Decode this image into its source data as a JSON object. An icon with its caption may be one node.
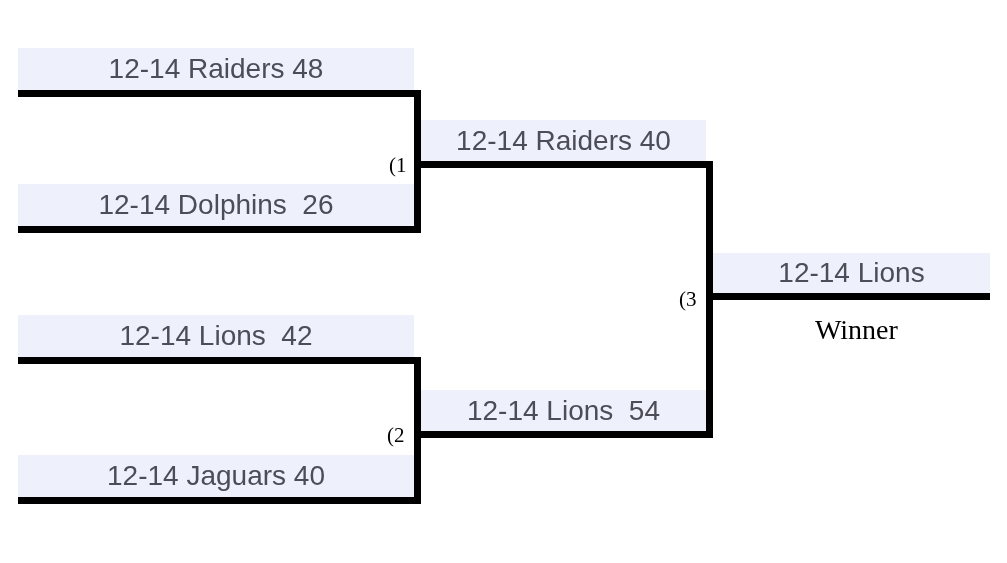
{
  "diagram": {
    "nodes": [
      {
        "text": [
          "12-14 Raiders 48"
        ]
      },
      {
        "text": [
          "12-14 Dolphins  26"
        ]
      },
      {
        "text": [
          "12-14 Lions  42"
        ]
      },
      {
        "text": [
          "12-14 Jaguars 40"
        ]
      },
      {
        "text": [
          "12-14 Raiders 40"
        ]
      },
      {
        "text": [
          "12-14 Lions  54"
        ]
      },
      {
        "text": [
          "12-14 Lions"
        ],
        "beside": [
          "Winner"
        ]
      }
    ],
    "edges": [
      {
        "from": 0,
        "to": 4,
        "arrow": "none"
      },
      {
        "from": 1,
        "to": 4,
        "arrow": "none"
      },
      {
        "from": 2,
        "to": 5,
        "arrow": "none"
      },
      {
        "from": 3,
        "to": 5,
        "arrow": "none"
      },
      {
        "from": 4,
        "to": 6,
        "arrow": "none"
      },
      {
        "from": 5,
        "to": 6,
        "arrow": "none"
      }
    ],
    "labels": [
      "(1",
      "(2",
      "(3"
    ]
  }
}
